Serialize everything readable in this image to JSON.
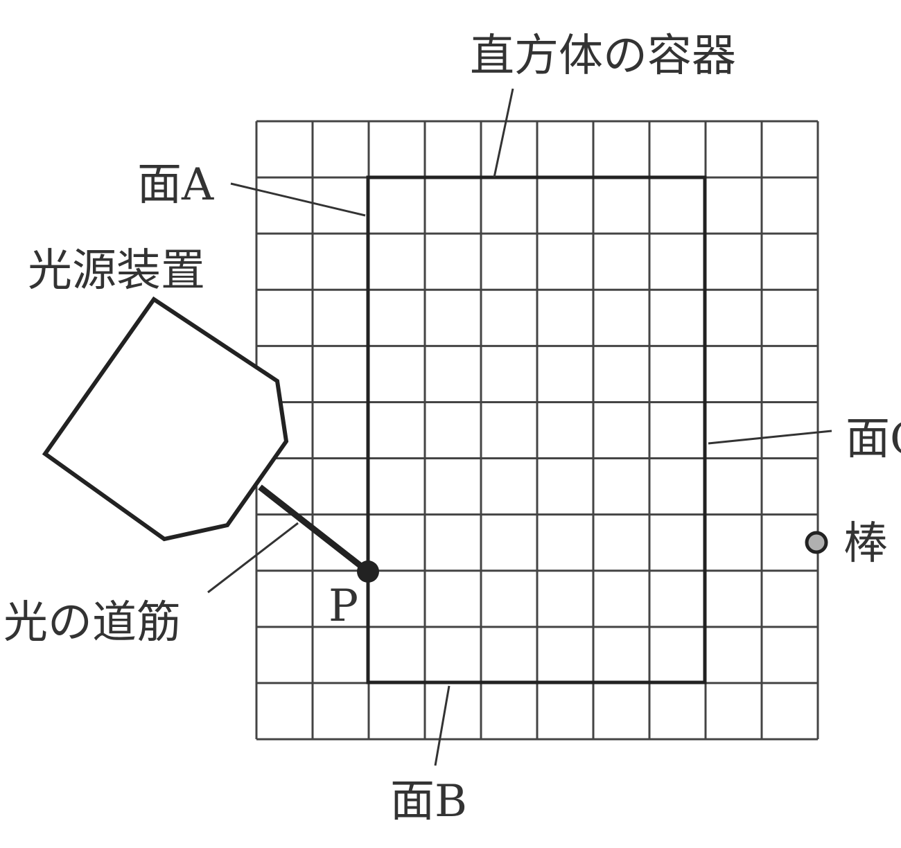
{
  "labels": {
    "container": "直方体の容器",
    "face_a": "面A",
    "face_b": "面B",
    "face_c": "面C",
    "light_source": "光源装置",
    "rod": "棒",
    "light_path": "光の道筋",
    "point_p": "P"
  },
  "grid": {
    "columns": 10,
    "rows": 11
  },
  "colors": {
    "line": "#333333",
    "rod_fill": "#b0b0b0",
    "point": "#222222"
  }
}
